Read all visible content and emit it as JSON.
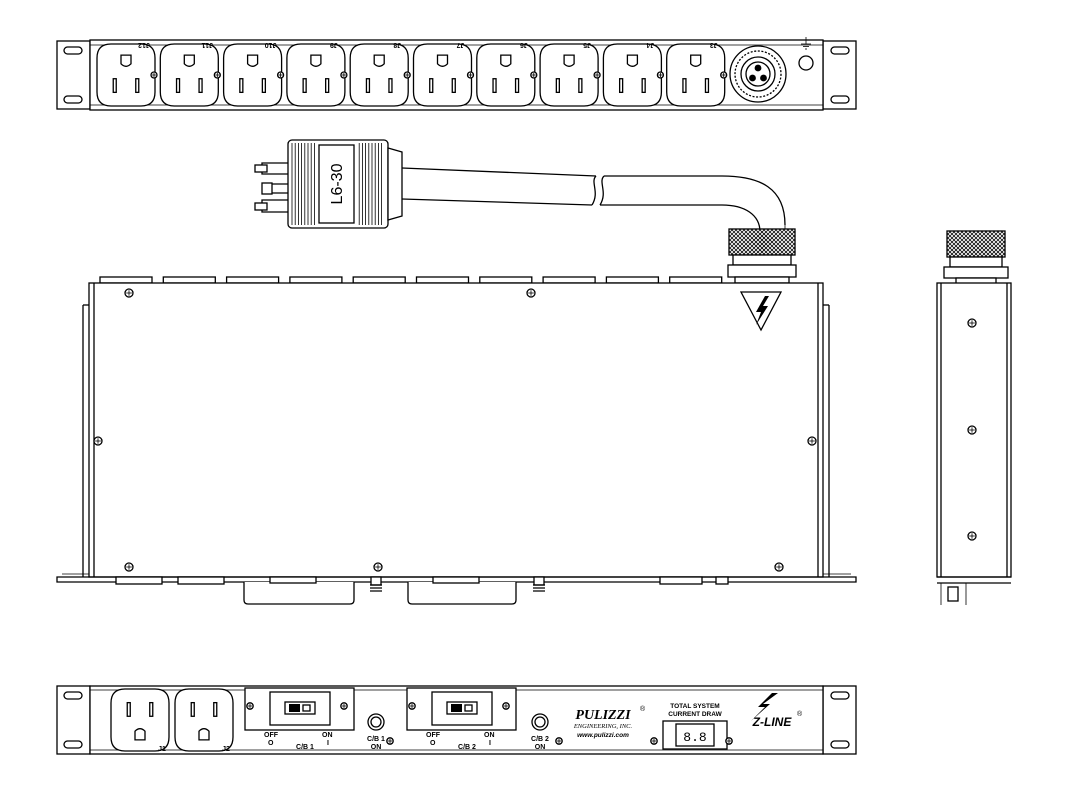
{
  "top_view": {
    "outlet_labels": [
      "J12",
      "J11",
      "J10",
      "J9",
      "J8",
      "J7",
      "J6",
      "J5",
      "J4",
      "J3"
    ]
  },
  "plug": {
    "label": "L6-30"
  },
  "front_view": {
    "outlet_labels": [
      "J1",
      "J2"
    ],
    "breakers": [
      {
        "label": "C/B 1",
        "off_label": "OFF",
        "off_symbol": "O",
        "on_label": "ON",
        "on_symbol": "I",
        "reset_label": "C/B 1",
        "reset_state": "ON"
      },
      {
        "label": "C/B 2",
        "off_label": "OFF",
        "off_symbol": "O",
        "on_label": "ON",
        "on_symbol": "I",
        "reset_label": "C/B 2",
        "reset_state": "ON"
      }
    ],
    "brand": {
      "name": "PULIZZI",
      "registered": "®",
      "subtitle": "ENGINEERING, INC.",
      "website": "www.pulizzi.com"
    },
    "meter": {
      "title_line1": "TOTAL SYSTEM",
      "title_line2": "CURRENT DRAW",
      "display": "8.8"
    },
    "zline_logo": {
      "text": "Z-LINE",
      "registered": "®"
    }
  },
  "icons": [
    "warning-lightning-icon",
    "ground-symbol-icon",
    "screw-icon"
  ]
}
